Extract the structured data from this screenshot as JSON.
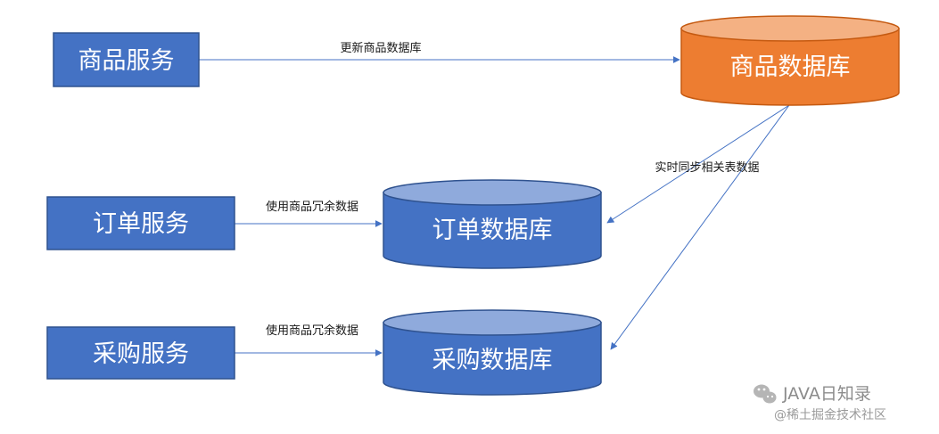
{
  "nodes": {
    "product_service": {
      "label": "商品服务"
    },
    "order_service": {
      "label": "订单服务"
    },
    "purchase_service": {
      "label": "采购服务"
    },
    "product_db": {
      "label": "商品数据库"
    },
    "order_db": {
      "label": "订单数据库"
    },
    "purchase_db": {
      "label": "采购数据库"
    }
  },
  "edges": {
    "update_product_db": {
      "label": "更新商品数据库"
    },
    "realtime_sync": {
      "label": "实时同步相关表数据"
    },
    "order_redundant": {
      "label": "使用商品冗余数据"
    },
    "purchase_redundant": {
      "label": "使用商品冗余数据"
    }
  },
  "watermark": {
    "account": "JAVA日知录",
    "site": "@稀土掘金技术社区"
  },
  "colors": {
    "service_fill": "#4472c4",
    "service_stroke": "#2f528f",
    "db_blue_fill": "#4472c4",
    "db_blue_top": "#8faadc",
    "db_orange_fill": "#ed7d31",
    "db_orange_top": "#f4b183",
    "arrow": "#4472c4"
  }
}
